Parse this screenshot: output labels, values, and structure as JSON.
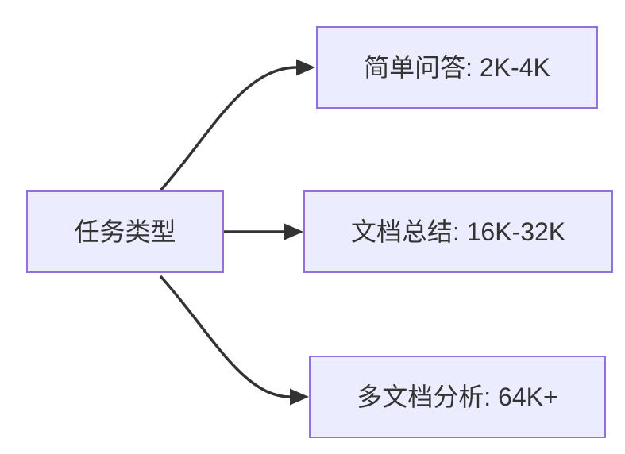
{
  "diagram": {
    "type": "flowchart",
    "direction": "left-to-right",
    "colors": {
      "node_fill": "#ECECFF",
      "node_border": "#9370DB",
      "edge": "#333333",
      "text": "#333333",
      "background": "#FFFFFF"
    },
    "nodes": {
      "source": {
        "label": "任务类型"
      },
      "simple_qa": {
        "label": "简单问答: 2K-4K"
      },
      "doc_summary": {
        "label": "文档总结: 16K-32K"
      },
      "multi_doc": {
        "label": "多文档分析: 64K+"
      }
    },
    "edges": [
      {
        "from": "任务类型",
        "to": "简单问答: 2K-4K"
      },
      {
        "from": "任务类型",
        "to": "文档总结: 16K-32K"
      },
      {
        "from": "任务类型",
        "to": "多文档分析: 64K+"
      }
    ]
  }
}
